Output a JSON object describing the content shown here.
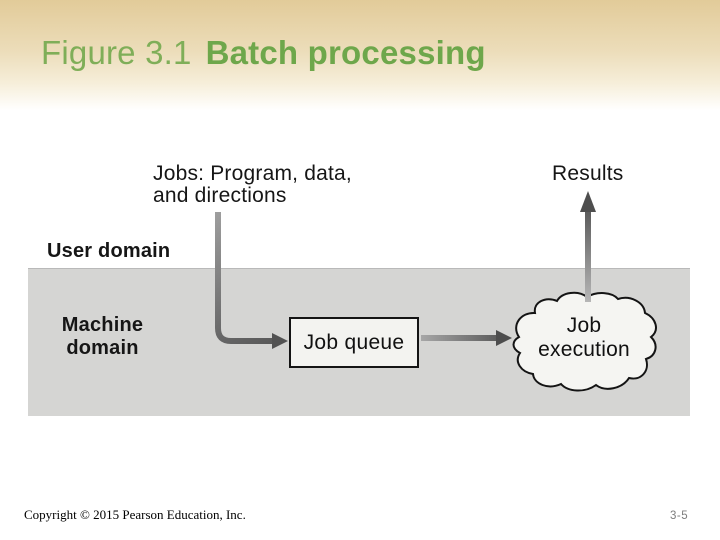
{
  "slide": {
    "title": {
      "prefix": "Figure 3.1",
      "main": "Batch processing"
    },
    "figure": {
      "jobs_label": "Jobs: Program, data,\nand directions",
      "results_label": "Results",
      "user_domain_label": "User domain",
      "machine_domain_label": "Machine\ndomain",
      "job_queue_label": "Job queue",
      "job_execution_label": "Job\nexecution",
      "arrows": [
        {
          "name": "jobs-to-queue",
          "from": "Jobs: Program, data, and directions",
          "to": "Job queue"
        },
        {
          "name": "queue-to-execution",
          "from": "Job queue",
          "to": "Job execution"
        },
        {
          "name": "execution-to-results",
          "from": "Job execution",
          "to": "Results"
        }
      ]
    },
    "footer": {
      "copyright": "Copyright © 2015 Pearson Education, Inc.",
      "page_number": "3-5"
    },
    "colors": {
      "title_green": "#6ea74b",
      "header_tan": "#e2cb99",
      "machine_band_gray": "#d5d5d3",
      "arrow_gray_dark": "#4f4f4f",
      "arrow_gray_light": "#a8a8a8"
    }
  }
}
